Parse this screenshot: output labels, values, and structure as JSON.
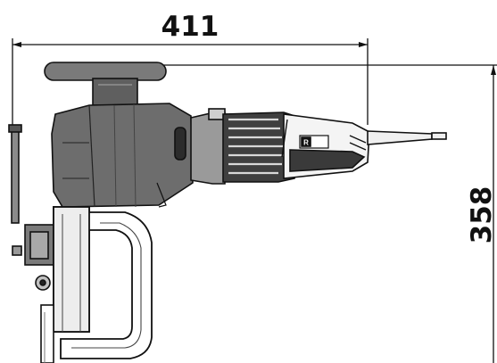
{
  "dimensions": {
    "width_label": "411",
    "height_label": "358"
  },
  "nameplate": {
    "text": "R"
  },
  "colors": {
    "ink": "#111111",
    "body_gray": "#6f6f6f",
    "dark_gray": "#3a3a3a",
    "light_gray": "#bdbdbd",
    "paper": "#ffffff"
  }
}
